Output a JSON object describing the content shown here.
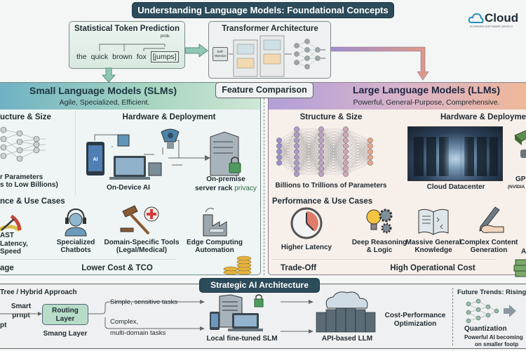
{
  "title": "Understanding Language Models: Foundational Concepts",
  "logo": {
    "name": "Cloud",
    "tagline": "AI DRIVEN SOFTWARE DEVELO"
  },
  "token_prediction": {
    "title": "Statistical Token Prediction",
    "prob_label": "prob.",
    "words": [
      "the",
      "quick",
      "brown",
      "fox"
    ],
    "predicted": "[jumps]"
  },
  "transformer": {
    "title": "Transformer Architecture",
    "self_attention": "Self-Attention"
  },
  "feature_comparison": "Feature Comparison",
  "slm": {
    "title": "Small Language Models (SLMs)",
    "subtitle": "Agile, Specialized, Efficient.",
    "structure_heading": "ucture & Size",
    "params_line1": "r Parameters",
    "params_line2": "s to Low Billions)",
    "hardware_heading": "Hardware & Deployment",
    "on_device": "On-Device AI",
    "on_prem_line1": "On-premise",
    "on_prem_line2": "server rack",
    "on_prem_privacy": "privacy",
    "chip_label": "AI",
    "performance_heading": "nce & Use Cases",
    "gauge_label": "AST",
    "latency_line1": "Latency,",
    "latency_line2": "Speed",
    "use_cases": [
      {
        "line1": "Specialized",
        "line2": "Chatbots"
      },
      {
        "line1": "Domain-Specific Tools",
        "line2": "(Legal/Medical)"
      },
      {
        "line1": "Edge Computing",
        "line2": "Automation"
      }
    ],
    "advantage_label": "age",
    "cost": "Lower Cost & TCO"
  },
  "llm": {
    "title": "Large Language Models (LLMs)",
    "subtitle": "Powerful, General-Purpose, Comprehensive.",
    "structure_heading": "Structure & Size",
    "params": "Billions to Trillions of Parameters",
    "hardware_heading": "Hardware & Deployme",
    "datacenter": "Cloud Datacenter",
    "gpu": "GPU",
    "gpu_sub": "(NVIDIA",
    "performance_heading": "Performance & Use Cases",
    "use_cases": [
      {
        "line1": "Higher Latency",
        "line2": ""
      },
      {
        "line1": "Deep Reasoning",
        "line2": "& Logic"
      },
      {
        "line1": "Massive General",
        "line2": "Knowledge"
      },
      {
        "line1": "Complex Content",
        "line2": "Generation"
      }
    ],
    "partial_label": "A",
    "tradeoff_label": "Trade-Off",
    "cost": "High Operational Cost"
  },
  "strategy": {
    "title": "Strategic AI Architecture",
    "approach": "Tree / Hybrid Approach",
    "smart_line1": "Smart",
    "smart_line2": "prnpt",
    "prompt_fragment": "pt",
    "routing": "Routing Layer",
    "routing_sub": "Smang Layer",
    "simple_tasks": "Simple, sensitive tasks",
    "complex_line1": "Complex,",
    "complex_line2": "multi-domain tasks",
    "local_slm": "Local fine-tuned SLM",
    "api_llm": "API-based LLM",
    "optimization_line1": "Cost-Performance",
    "optimization_line2": "Optimization",
    "future_title": "Future Trends: Rising",
    "quantization": "Quantization",
    "future_line1": "Powerful AI becoming",
    "future_line2": "on smaller footp"
  },
  "colors": {
    "title_bg": "#2c4b5b",
    "slm_green": "#8fc7b4",
    "llm_purple": "#a48bc9",
    "llm_orange": "#e8a27c",
    "routing_green": "#b7ddc9"
  }
}
